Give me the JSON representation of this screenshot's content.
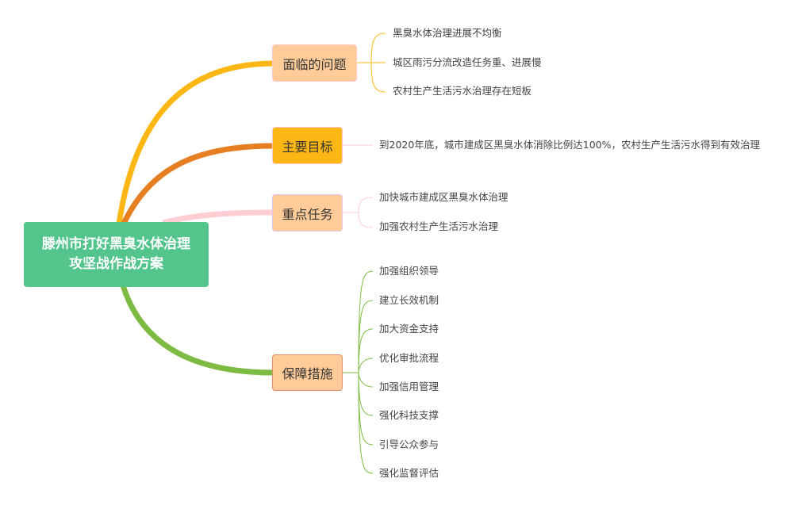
{
  "root": {
    "line1": "滕州市打好黑臭水体治理",
    "line2": "攻坚战作战方案"
  },
  "branches": [
    {
      "label": "面临的问题",
      "color": "#fdb714",
      "children": [
        "黑臭水体治理进展不均衡",
        "城区雨污分流改造任务重、进展慢",
        "农村生产生活污水治理存在短板"
      ]
    },
    {
      "label": "主要目标",
      "color": "#e67e22",
      "children": [
        "到2020年底，城市建成区黑臭水体消除比例达100%，农村生产生活污水得到有效治理"
      ]
    },
    {
      "label": "重点任务",
      "color": "#ffcdd2",
      "children": [
        "加快城市建成区黑臭水体治理",
        "加强农村生产生活污水治理"
      ]
    },
    {
      "label": "保障措施",
      "color": "#7dbb42",
      "children": [
        "加强组织领导",
        "建立长效机制",
        "加大资金支持",
        "优化审批流程",
        "加强信用管理",
        "强化科技支撑",
        "引导公众参与",
        "强化监督评估"
      ]
    }
  ]
}
